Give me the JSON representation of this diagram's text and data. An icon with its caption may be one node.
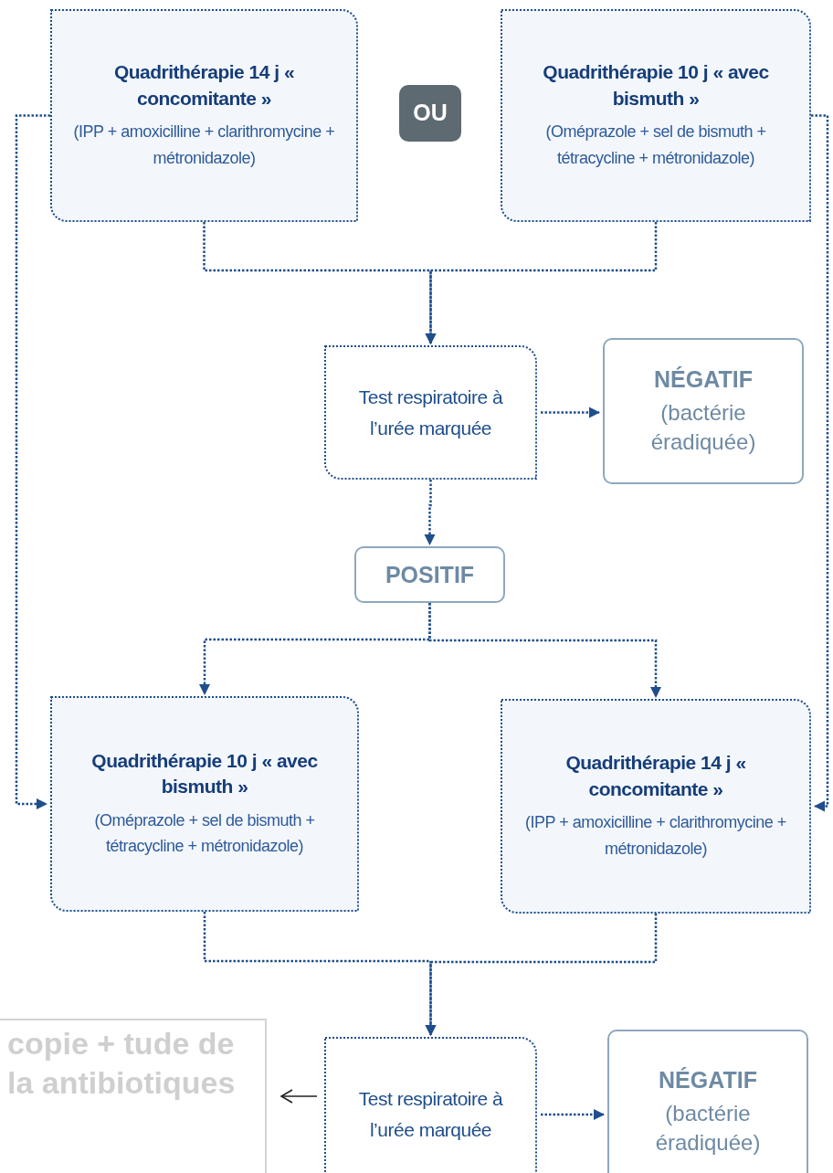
{
  "diagram": {
    "nodes": [
      {
        "text": [
          "Quadrithérapie 14 j « concomitante »",
          "(IPP + amoxicilline + clarithromycine + métronidazole)"
        ]
      },
      {
        "text": [
          "OU"
        ]
      },
      {
        "text": [
          "Quadrithérapie 10 j « avec bismuth »",
          "(Oméprazole + sel de bismuth + tétracycline + métronidazole)"
        ]
      },
      {
        "text": [
          "Test respiratoire à l’urée marquée"
        ]
      },
      {
        "text": [
          "NÉGATIF",
          "(bactérie éradiquée)"
        ]
      },
      {
        "text": [
          "POSITIF"
        ]
      },
      {
        "text": [
          "Quadrithérapie 10 j « avec bismuth »",
          "(Oméprazole + sel de bismuth + tétracycline + métronidazole)"
        ]
      },
      {
        "text": [
          "Quadrithérapie 14 j « concomitante »",
          "(IPP + amoxicilline + clarithromycine + métronidazole)"
        ]
      },
      {
        "text": [
          "Test respiratoire à l’urée marquée"
        ]
      },
      {
        "text": [
          "NÉGATIF",
          "(bactérie éradiquée)"
        ]
      },
      {
        "text": [
          "copie + tude de la antibiotiques"
        ]
      }
    ],
    "edges": [
      {
        "from": 0,
        "to": 3,
        "arrow": "to",
        "style": "dashed"
      },
      {
        "from": 2,
        "to": 3,
        "arrow": "to",
        "style": "dashed"
      },
      {
        "from": 3,
        "to": 4,
        "arrow": "to",
        "style": "dashed"
      },
      {
        "from": 3,
        "to": 5,
        "arrow": "to",
        "style": "dashed"
      },
      {
        "from": 5,
        "to": 6,
        "arrow": "to",
        "style": "dashed"
      },
      {
        "from": 5,
        "to": 7,
        "arrow": "to",
        "style": "dashed"
      },
      {
        "from": 0,
        "to": 6,
        "arrow": "to",
        "style": "dashed"
      },
      {
        "from": 2,
        "to": 7,
        "arrow": "to",
        "style": "dashed"
      },
      {
        "from": 6,
        "to": 8,
        "arrow": "to",
        "style": "dashed"
      },
      {
        "from": 7,
        "to": 8,
        "arrow": "to",
        "style": "dashed"
      },
      {
        "from": 8,
        "to": 9,
        "arrow": "to",
        "style": "dashed"
      },
      {
        "from": 8,
        "to": 10,
        "arrow": "to",
        "color": "#222222"
      }
    ]
  }
}
